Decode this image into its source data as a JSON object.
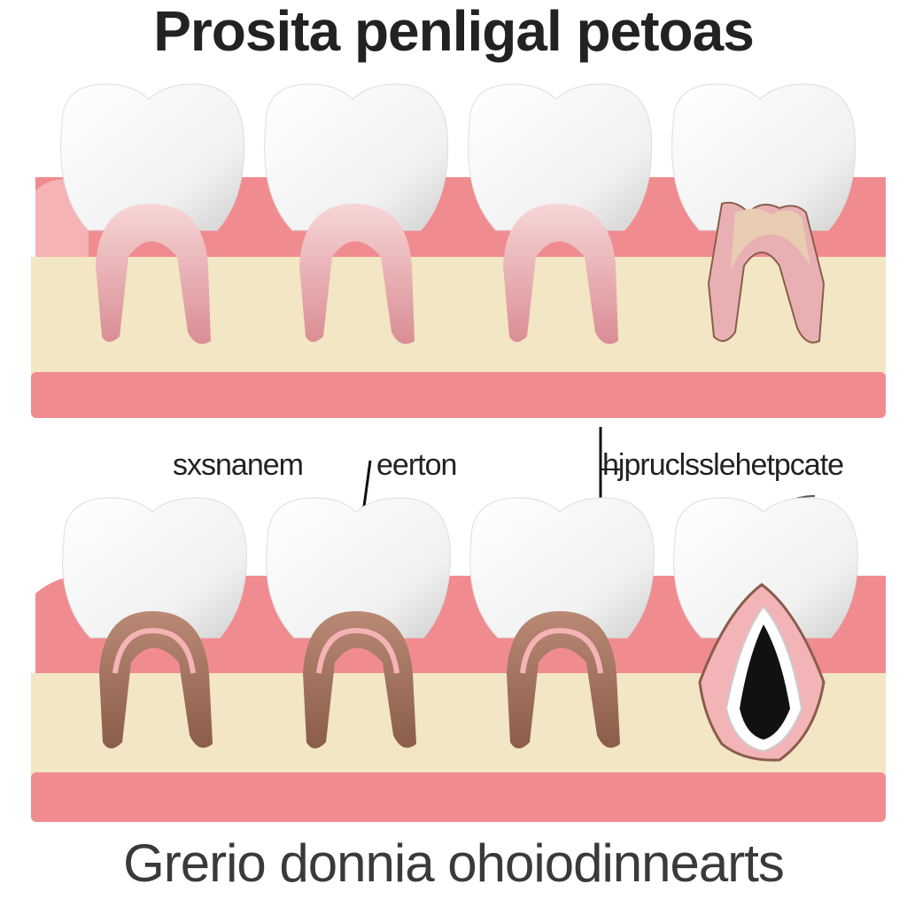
{
  "title": "Prosita penligal petoas",
  "labels": [
    "sxsnanem",
    "eerton",
    "hjpruclsslehetpcate"
  ],
  "footer": "Grerio donnia ohoiodinnearts",
  "colors": {
    "gum": "#f08c90",
    "gum_light": "#f6b3b6",
    "bone": "#f2e6c4",
    "tooth": "#ffffff",
    "tooth_shade": "#d9d9d9",
    "root_pink": "#eaa9ad",
    "root_brown": "#9a6a55",
    "decay_dark": "#111111",
    "pulp": "#e9cdb2"
  }
}
